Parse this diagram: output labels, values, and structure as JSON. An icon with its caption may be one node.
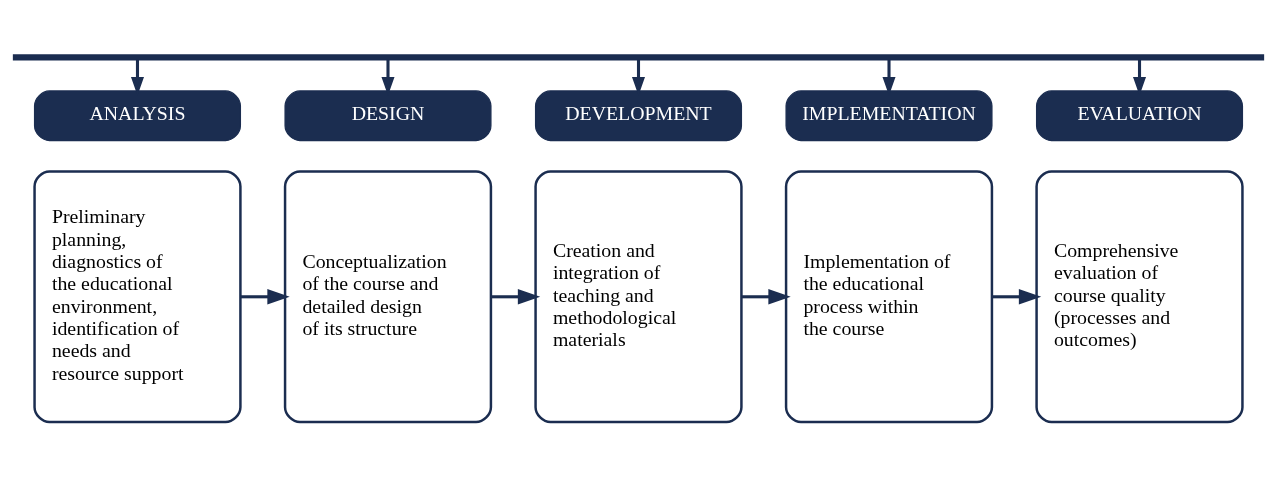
{
  "diagram": {
    "nodes": [
      {
        "text": [],
        "shape": "bar"
      },
      {
        "text": [
          "ANALYSIS"
        ]
      },
      {
        "text": [
          "Preliminary planning, diagnostics of the educational environment, identification of needs and resource support"
        ]
      },
      {
        "text": [
          "DESIGN"
        ]
      },
      {
        "text": [
          "Conceptualization of the course and detailed design of its structure"
        ]
      },
      {
        "text": [
          "DEVELOPMENT"
        ]
      },
      {
        "text": [
          "Creation and integration of teaching and methodological materials"
        ]
      },
      {
        "text": [
          "IMPLEMENTATION"
        ]
      },
      {
        "text": [
          "Implementation of the educational process within the course"
        ]
      },
      {
        "text": [
          "EVALUATION"
        ]
      },
      {
        "text": [
          "Comprehensive evaluation of course quality (processes and outcomes)"
        ]
      }
    ],
    "edges": [
      {
        "from": 0,
        "to": 1,
        "arrow": "to"
      },
      {
        "from": 0,
        "to": 3,
        "arrow": "to"
      },
      {
        "from": 0,
        "to": 5,
        "arrow": "to"
      },
      {
        "from": 0,
        "to": 7,
        "arrow": "to"
      },
      {
        "from": 0,
        "to": 9,
        "arrow": "to"
      },
      {
        "from": 2,
        "to": 4,
        "arrow": "to"
      },
      {
        "from": 4,
        "to": 6,
        "arrow": "to"
      },
      {
        "from": 6,
        "to": 8,
        "arrow": "to"
      },
      {
        "from": 8,
        "to": 10,
        "arrow": "to"
      }
    ]
  }
}
